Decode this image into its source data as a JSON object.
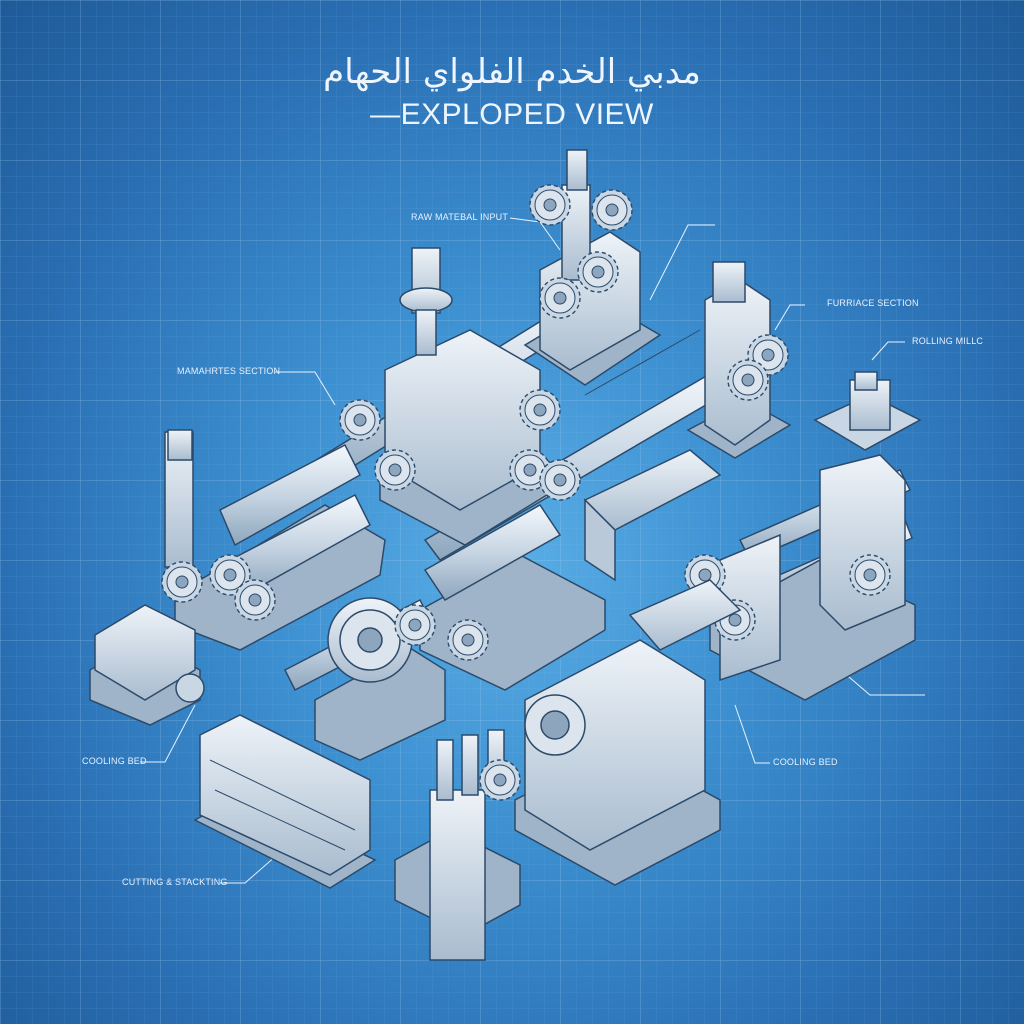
{
  "title_arabic": "مدبي الخدم الفلواي الحهام",
  "title_english": "—EXPLOPED VIEW",
  "labels": {
    "raw_material_input": "RAW MATEBAL INPUT",
    "furnace_section": "FURRIACE SECTION",
    "rolling_mill": "ROLLING MILLC",
    "mamahrtes_section": "MAMAHRTES SECTION",
    "coolng_bed_left": "COOLING BED",
    "coolng_bed_right": "COOLING BED",
    "cutting_stacking": "CUTTING & STACKTING"
  },
  "colors": {
    "background": "#3c8fd0",
    "line": "#e8f2ff",
    "metal_light": "#dfe6ee",
    "metal_shadow": "#9fb4c8"
  }
}
